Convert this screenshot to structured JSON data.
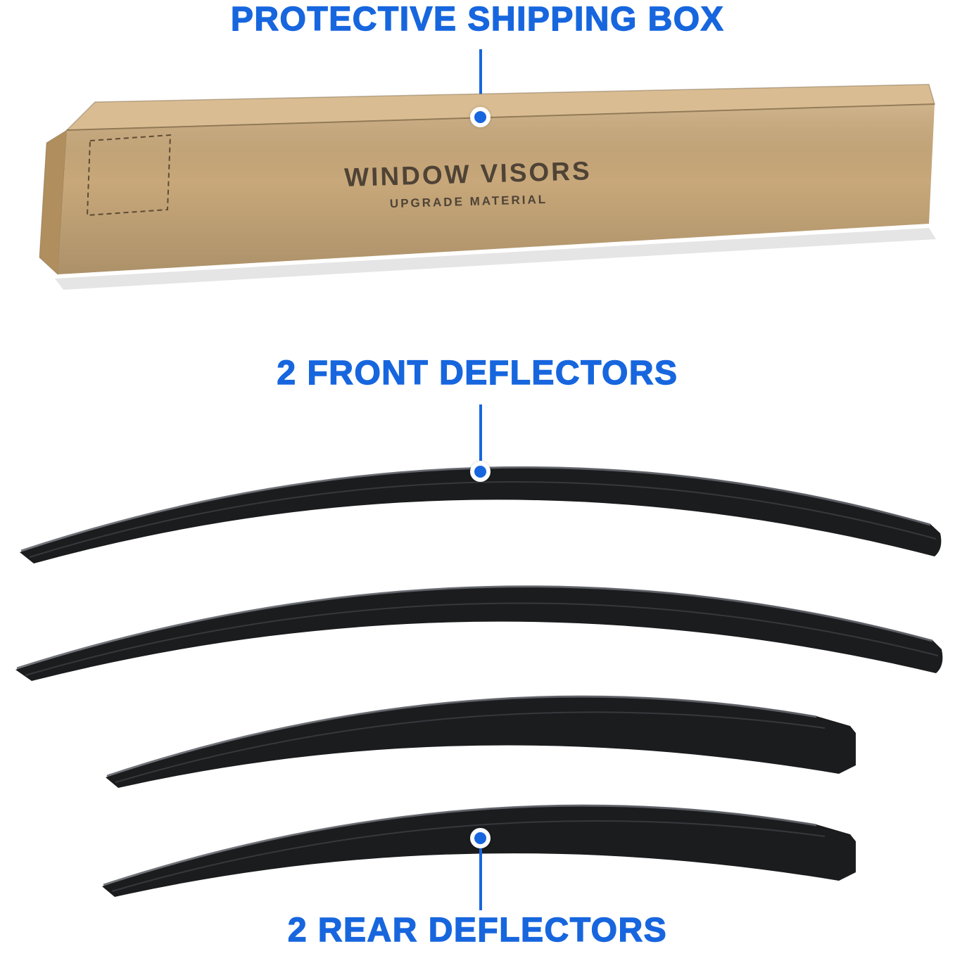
{
  "colors": {
    "accent_blue": "#1766DE",
    "box_tan": "#c8a87a",
    "box_tan_light": "#d9bc92",
    "box_tan_dark": "#b08e5e",
    "box_text": "#4f4336",
    "visor_black": "#1b1c1e"
  },
  "callouts": [
    {
      "label": "PROTECTIVE SHIPPING BOX"
    },
    {
      "label": "2 FRONT DEFLECTORS"
    },
    {
      "label": "2 REAR DEFLECTORS"
    }
  ],
  "box": {
    "title": "WINDOW VISORS",
    "subtitle": "UPGRADE MATERIAL"
  },
  "items": {
    "front_deflectors": 2,
    "rear_deflectors": 2
  }
}
